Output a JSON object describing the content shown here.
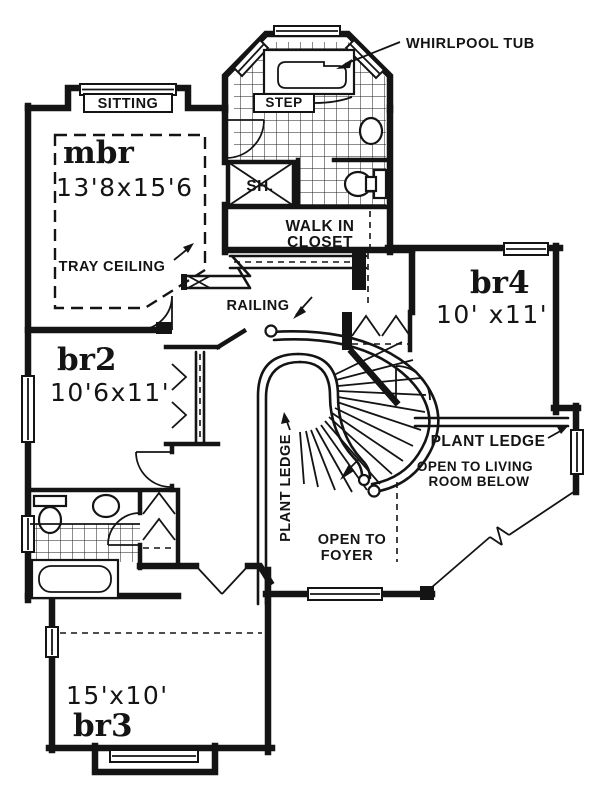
{
  "plan": {
    "colors": {
      "ink": "#141414",
      "paper": "#ffffff"
    },
    "callouts": {
      "whirlpool_tub": "WHIRLPOOL TUB",
      "step": "STEP",
      "railing": "RAILING",
      "tray_ceiling": "TRAY CEILING",
      "plant_ledge_stair": "PLANT LEDGE",
      "plant_ledge_living": "PLANT LEDGE"
    },
    "rooms": {
      "sitting": {
        "label": "SITTING"
      },
      "master": {
        "label": "mbr",
        "dim": "13'8x15'6"
      },
      "shower": {
        "label": "SH."
      },
      "closet": {
        "line1": "WALK IN",
        "line2": "CLOSET"
      },
      "br4": {
        "label": "br4",
        "dim": "10' x11'"
      },
      "br2": {
        "label": "br2",
        "dim": "10'6x11'"
      },
      "br3": {
        "label": "br3",
        "dim": "15'x10'"
      },
      "open_living": {
        "line1": "OPEN TO LIVING",
        "line2": "ROOM BELOW"
      },
      "open_foyer": {
        "line1": "OPEN TO",
        "line2": "FOYER"
      }
    }
  }
}
